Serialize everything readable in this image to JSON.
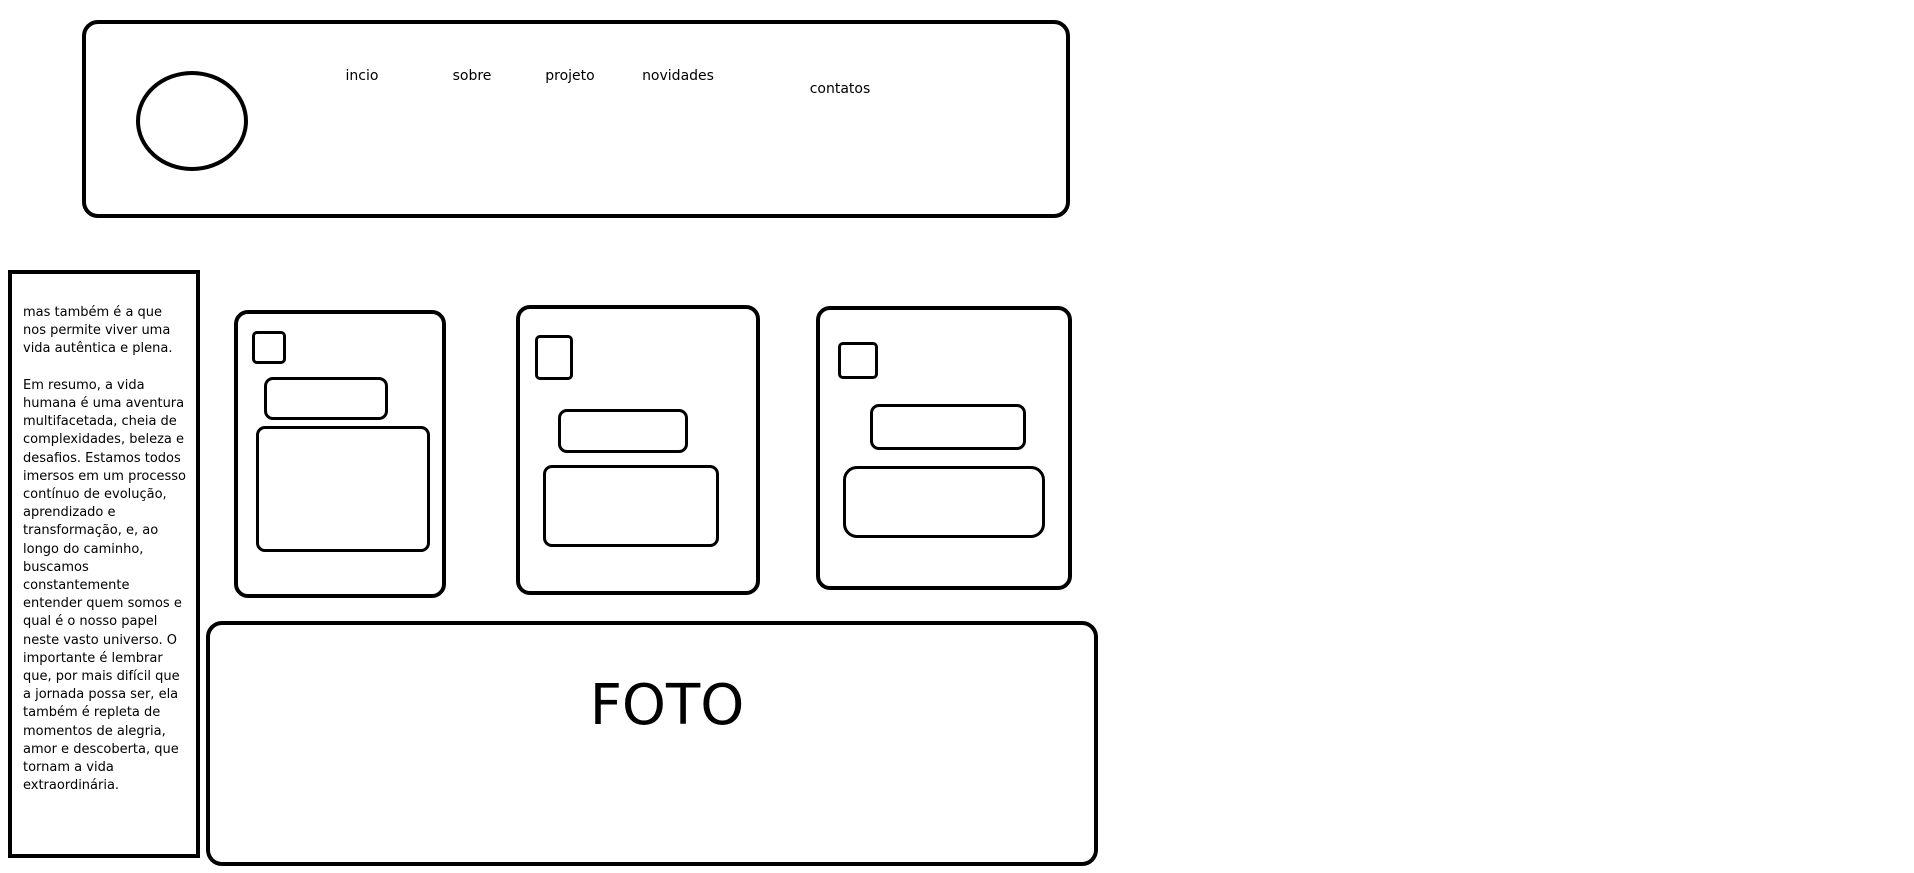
{
  "header": {
    "nav": {
      "inicio": "incio",
      "sobre": "sobre",
      "projeto": "projeto",
      "novidades": "novidades",
      "contatos": "contatos"
    }
  },
  "sidebar": {
    "text": "mas também é a que nos permite viver uma vida autêntica e plena.\n\nEm resumo, a vida humana é uma aventura multifacetada, cheia de complexidades, beleza e desafios. Estamos todos imersos em um processo contínuo de evolução, aprendizado e transformação, e, ao longo do caminho, buscamos constantemente entender quem somos e qual é o nosso papel neste vasto universo. O importante é lembrar que, por mais difícil que a jornada possa ser, ela também é repleta de momentos de alegria, amor e descoberta, que tornam a vida extraordinária."
  },
  "photo": {
    "label": "FOTO"
  }
}
